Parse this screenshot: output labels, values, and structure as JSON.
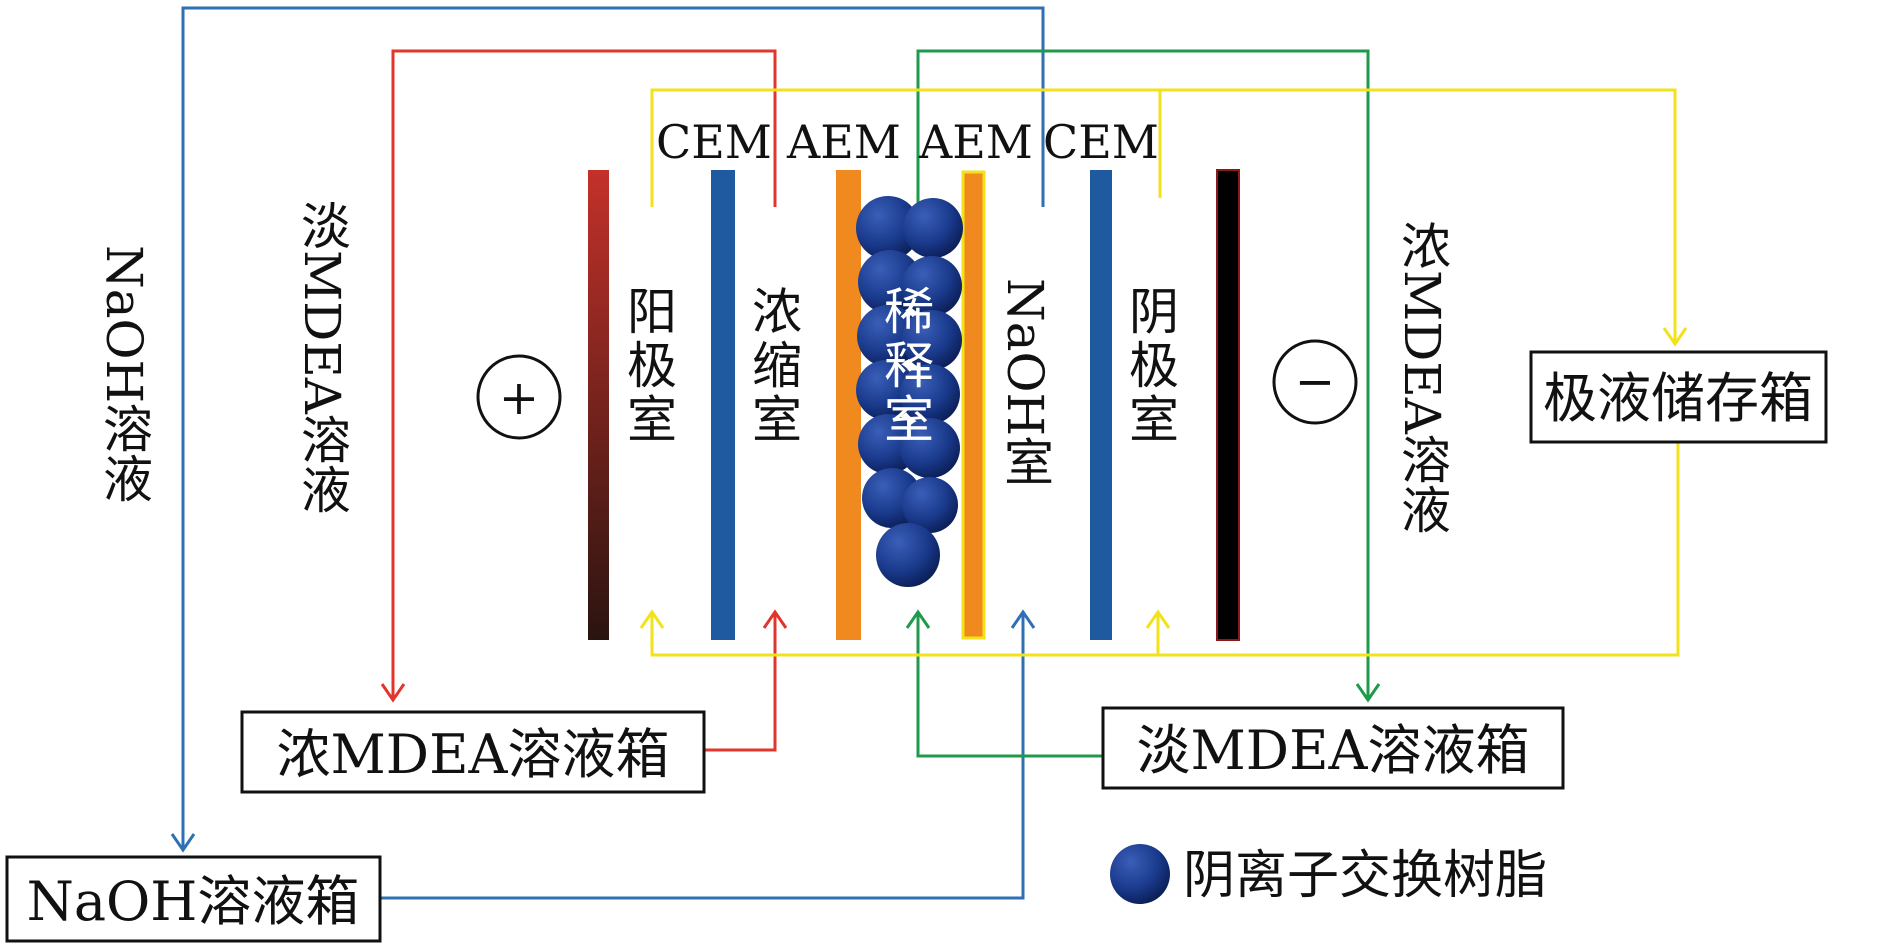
{
  "membranes": {
    "cem1": "CEM",
    "aem1": "AEM",
    "aem2": "AEM",
    "cem2": "CEM"
  },
  "chambers": {
    "anode": "阳极室",
    "concentrate": "浓缩室",
    "dilute": "稀释室",
    "naoh": "NaOH室",
    "cathode": "阴极室"
  },
  "electrodes": {
    "anode_sign": "+",
    "cathode_sign": "−"
  },
  "side_labels": {
    "naoh_solution": "NaOH溶液",
    "dilute_mdea_solution": "淡MDEA溶液",
    "rich_mdea_solution": "浓MDEA溶液"
  },
  "tanks": {
    "electrolyte_storage": "极液储存箱",
    "rich_mdea_tank": "浓MDEA溶液箱",
    "dilute_mdea_tank": "淡MDEA溶液箱",
    "naoh_tank": "NaOH溶液箱"
  },
  "legend": {
    "resin": "阴离子交换树脂"
  },
  "colors": {
    "naoh_line": "#2f6fb3",
    "rich_line": "#e2362c",
    "dilute_line": "#1f9a4c",
    "electrolyte_line": "#f2e21a",
    "cem": "#1f5aa0",
    "aem": "#f08a1e",
    "anode_top": "#c0302a",
    "cathode": "#000000"
  }
}
